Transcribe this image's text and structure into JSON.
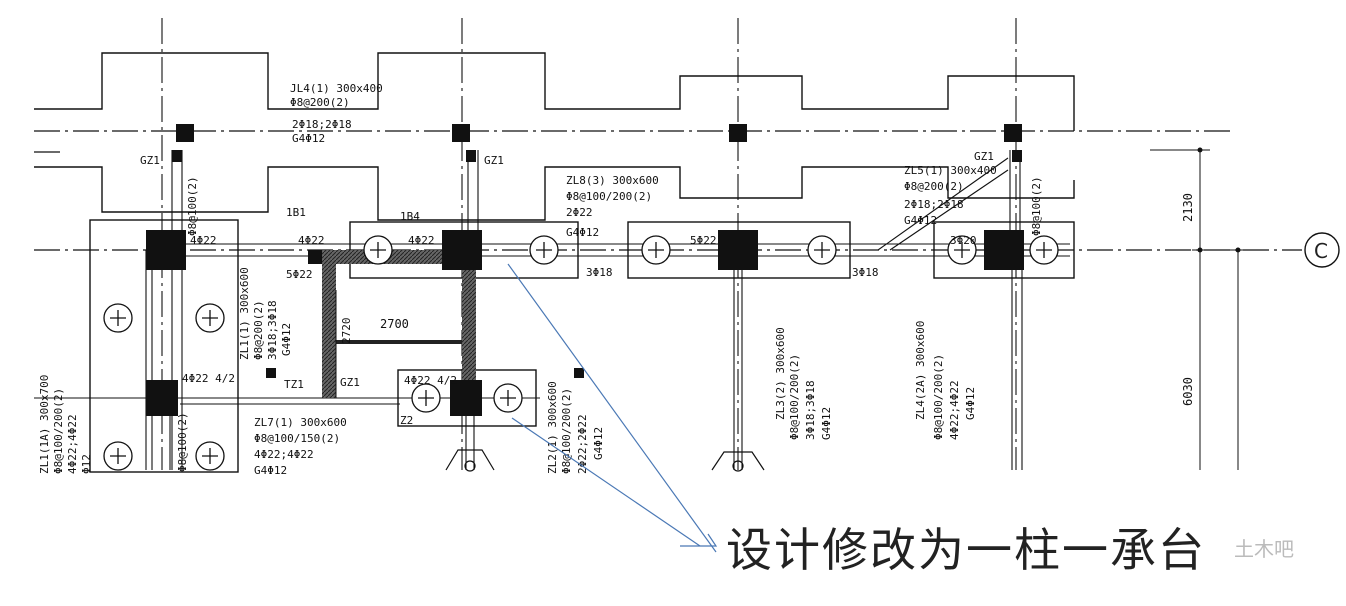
{
  "beams": {
    "zl4_1_name": "JL4(1) 300x400",
    "zl4_1_stirrup": "Φ8@200(2)",
    "zl4_1_bars": "2Φ18;2Φ18",
    "zl4_1_side": "G4Φ12",
    "zl8_3_name": "ZL8(3) 300x600",
    "zl8_3_stirrup": "Φ8@100/200(2)",
    "zl8_3_top": "2Φ22",
    "zl8_3_side": "G4Φ12",
    "zl5_1_name": "ZL5(1) 300x400",
    "zl5_1_stirrup": "Φ8@200(2)",
    "zl5_1_bars": "2Φ18;2Φ18",
    "zl5_1_side": "G4Φ12",
    "zl7_1_name": "ZL7(1) 300x600",
    "zl7_1_stirrup": "Φ8@100/150(2)",
    "zl7_1_bars": "4Φ22;4Φ22",
    "zl7_1_side": "G4Φ12",
    "zl3_2_name": "ZL3(2) 300x600",
    "zl3_2_stirrup": "Φ8@100/200(2)",
    "zl3_2_bars": "3Φ18;3Φ18",
    "zl3_2_side": "G4Φ12",
    "zl4_2a_name": "ZL4(2A) 300x600",
    "zl4_2a_stirrup": "Φ8@100/200(2)",
    "zl4_2a_bars": "4Φ22;4Φ22",
    "zl4_2a_side": "G4Φ12",
    "zl1_1_name": "ZL1(1) 300x600",
    "zl1_1_stirrup": "Φ8@200(2)",
    "zl1_1_bars": "3Φ18;3Φ18",
    "zl1_1_side": "G4Φ12",
    "zl1_1a_name": "ZL1(1A) 300x700",
    "zl1_1a_stirrup": "Φ8@100/200(2)",
    "zl1_1a_bars": "4Φ22;4Φ22",
    "zl1_1a_side": "Φ12",
    "zl2_name": "ZL2(1) 300x600",
    "zl2_stirrup": "Φ8@100/200(2)",
    "zl2_bars": "2Φ22;2Φ22",
    "zl2_side": "G4Φ12",
    "gz_stirrup_v": "Φ8@100(2)",
    "left_stirrup_v": "Φ8@100(2)"
  },
  "labels": {
    "gz1": "GZ1",
    "tz1": "TZ1",
    "z2": "Z2",
    "bar_4_22": "4Φ22",
    "bar_5_22": "5Φ22",
    "bar_3_18": "3Φ18",
    "bar_3_20": "3Φ20",
    "bar_4_22_2": "4Φ22 4/2",
    "beam_1b1": "1B1",
    "beam_1b4": "1B4",
    "axis_c": "C"
  },
  "dimensions": {
    "d2700": "2700",
    "d2720": "2720",
    "d2130": "2130",
    "d6030": "6030"
  },
  "annotation": {
    "text": "设计修改为一柱一承台"
  },
  "watermark": {
    "text": "土木吧"
  },
  "colors": {
    "line": "#111111",
    "arrow": "#4a78b5",
    "hatch": "#333333"
  }
}
